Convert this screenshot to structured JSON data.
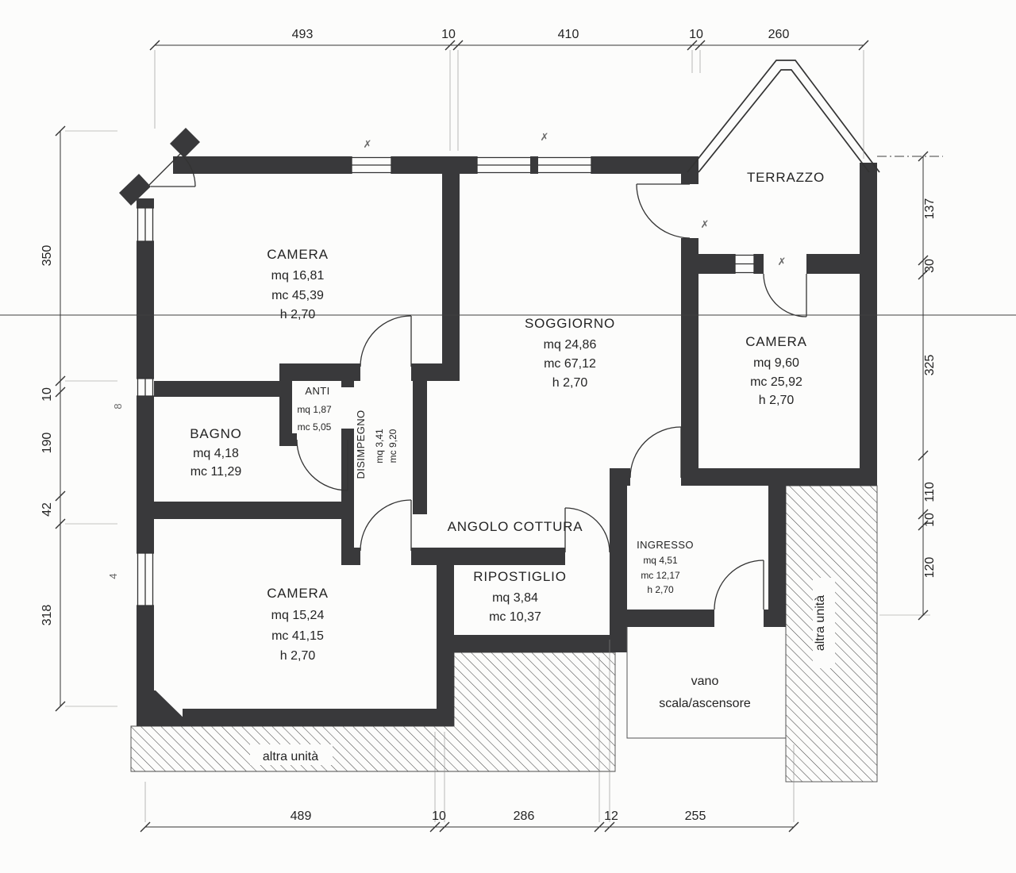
{
  "plan": {
    "rooms": {
      "camera_nw": {
        "name": "CAMERA",
        "mq": "mq 16,81",
        "mc": "mc 45,39",
        "h": "h 2,70"
      },
      "soggiorno": {
        "name": "SOGGIORNO",
        "mq": "mq 24,86",
        "mc": "mc 67,12",
        "h": "h 2,70"
      },
      "camera_e": {
        "name": "CAMERA",
        "mq": "mq 9,60",
        "mc": "mc 25,92",
        "h": "h 2,70"
      },
      "camera_sw": {
        "name": "CAMERA",
        "mq": "mq 15,24",
        "mc": "mc 41,15",
        "h": "h 2,70"
      },
      "bagno": {
        "name": "BAGNO",
        "mq": "mq 4,18",
        "mc": "mc 11,29"
      },
      "anti": {
        "name": "ANTI",
        "mq": "mq 1,87",
        "mc": "mc 5,05"
      },
      "disimpegno": {
        "name": "DISIMPEGNO",
        "mq": "mq 3,41",
        "mc": "mc 9,20"
      },
      "angolo_cottura": {
        "name": "ANGOLO COTTURA"
      },
      "ripostiglio": {
        "name": "RIPOSTIGLIO",
        "mq": "mq 3,84",
        "mc": "mc 10,37"
      },
      "ingresso": {
        "name": "INGRESSO",
        "mq": "mq 4,51",
        "mc": "mc 12,17",
        "h": "h 2,70"
      },
      "terrazzo": {
        "name": "TERRAZZO"
      },
      "vano_scala": {
        "line1": "vano",
        "line2": "scala/ascensore"
      },
      "altra_unita_sud": {
        "name": "altra unità"
      },
      "altra_unita_est": {
        "name": "altra unità"
      }
    },
    "dimensions": {
      "top": [
        "493",
        "10",
        "410",
        "10",
        "260"
      ],
      "bottom": [
        "489",
        "10",
        "286",
        "12",
        "255"
      ],
      "left": [
        "350",
        "10",
        "190",
        "42",
        "318"
      ],
      "right": [
        "137",
        "30",
        "325",
        "110",
        "10",
        "120"
      ]
    },
    "scan_marks": [
      "✗",
      "✗",
      "✗",
      "✗",
      "8",
      "4"
    ]
  },
  "colors": {
    "wall": "#39393b",
    "line": "#333333",
    "hatch": "#4a4a4a",
    "text": "#242424",
    "background": "#fcfcfb"
  }
}
